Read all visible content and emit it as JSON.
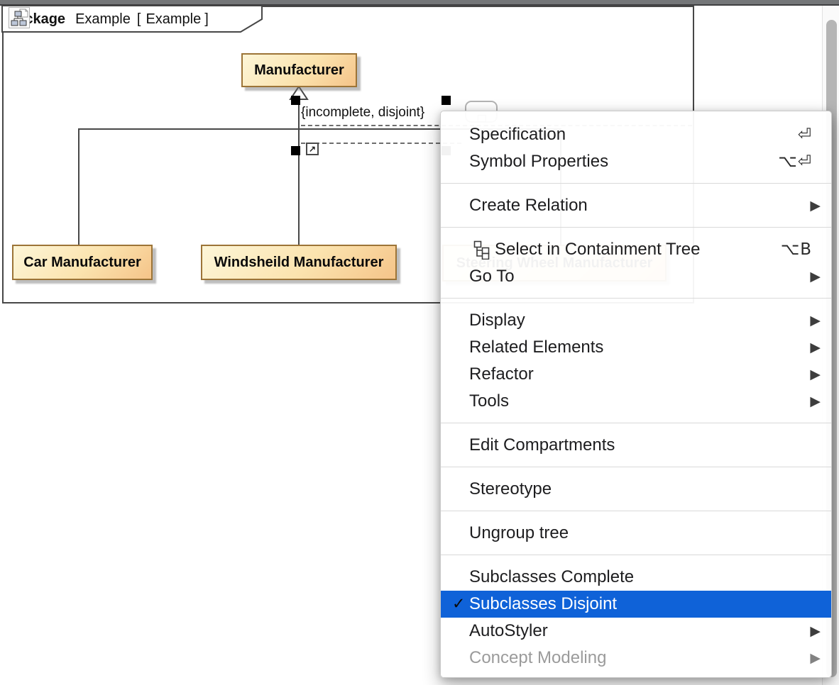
{
  "colors": {
    "menu_highlight": "#0f62d8",
    "class_fill_top": "#fdf6d8",
    "class_fill_bottom": "#f5c489",
    "class_border": "#9c7437",
    "connector": "#474747"
  },
  "diagram": {
    "frame_tab": {
      "keyword": "package",
      "owner_name": "Example",
      "bracket_open": "[",
      "diagram_icon": "class-diagram-icon",
      "diagram_name": "Example",
      "bracket_close": "]"
    },
    "constraint_label": "{incomplete, disjoint}",
    "classes": [
      {
        "name": "Manufacturer"
      },
      {
        "name": "Car Manufacturer"
      },
      {
        "name": "Windsheild Manufacturer"
      },
      {
        "name": "Steering Wheel Manufacturer"
      }
    ],
    "hyperlink_icon": "↗"
  },
  "context_menu": {
    "items": [
      {
        "type": "item",
        "label": "Specification",
        "shortcut": "⏎"
      },
      {
        "type": "item",
        "label": "Symbol Properties",
        "shortcut": "⌥⏎"
      },
      {
        "type": "separator"
      },
      {
        "type": "item",
        "label": "Create Relation",
        "submenu": true
      },
      {
        "type": "separator"
      },
      {
        "type": "item",
        "label": "Select in Containment Tree",
        "icon": "containment-tree-icon",
        "shortcut": "⌥B"
      },
      {
        "type": "item",
        "label": "Go To",
        "submenu": true
      },
      {
        "type": "separator"
      },
      {
        "type": "item",
        "label": "Display",
        "submenu": true
      },
      {
        "type": "item",
        "label": "Related Elements",
        "submenu": true
      },
      {
        "type": "item",
        "label": "Refactor",
        "submenu": true
      },
      {
        "type": "item",
        "label": "Tools",
        "submenu": true
      },
      {
        "type": "separator"
      },
      {
        "type": "item",
        "label": "Edit Compartments"
      },
      {
        "type": "separator"
      },
      {
        "type": "item",
        "label": "Stereotype"
      },
      {
        "type": "separator"
      },
      {
        "type": "item",
        "label": "Ungroup tree"
      },
      {
        "type": "separator"
      },
      {
        "type": "item",
        "label": "Subclasses Complete"
      },
      {
        "type": "item",
        "label": "Subclasses Disjoint",
        "checked": true,
        "selected": true,
        "check_glyph": "✓"
      },
      {
        "type": "item",
        "label": "AutoStyler",
        "submenu": true
      },
      {
        "type": "item",
        "label": "Concept Modeling",
        "submenu": true,
        "disabled": true
      }
    ],
    "submenu_arrow": "▶"
  }
}
